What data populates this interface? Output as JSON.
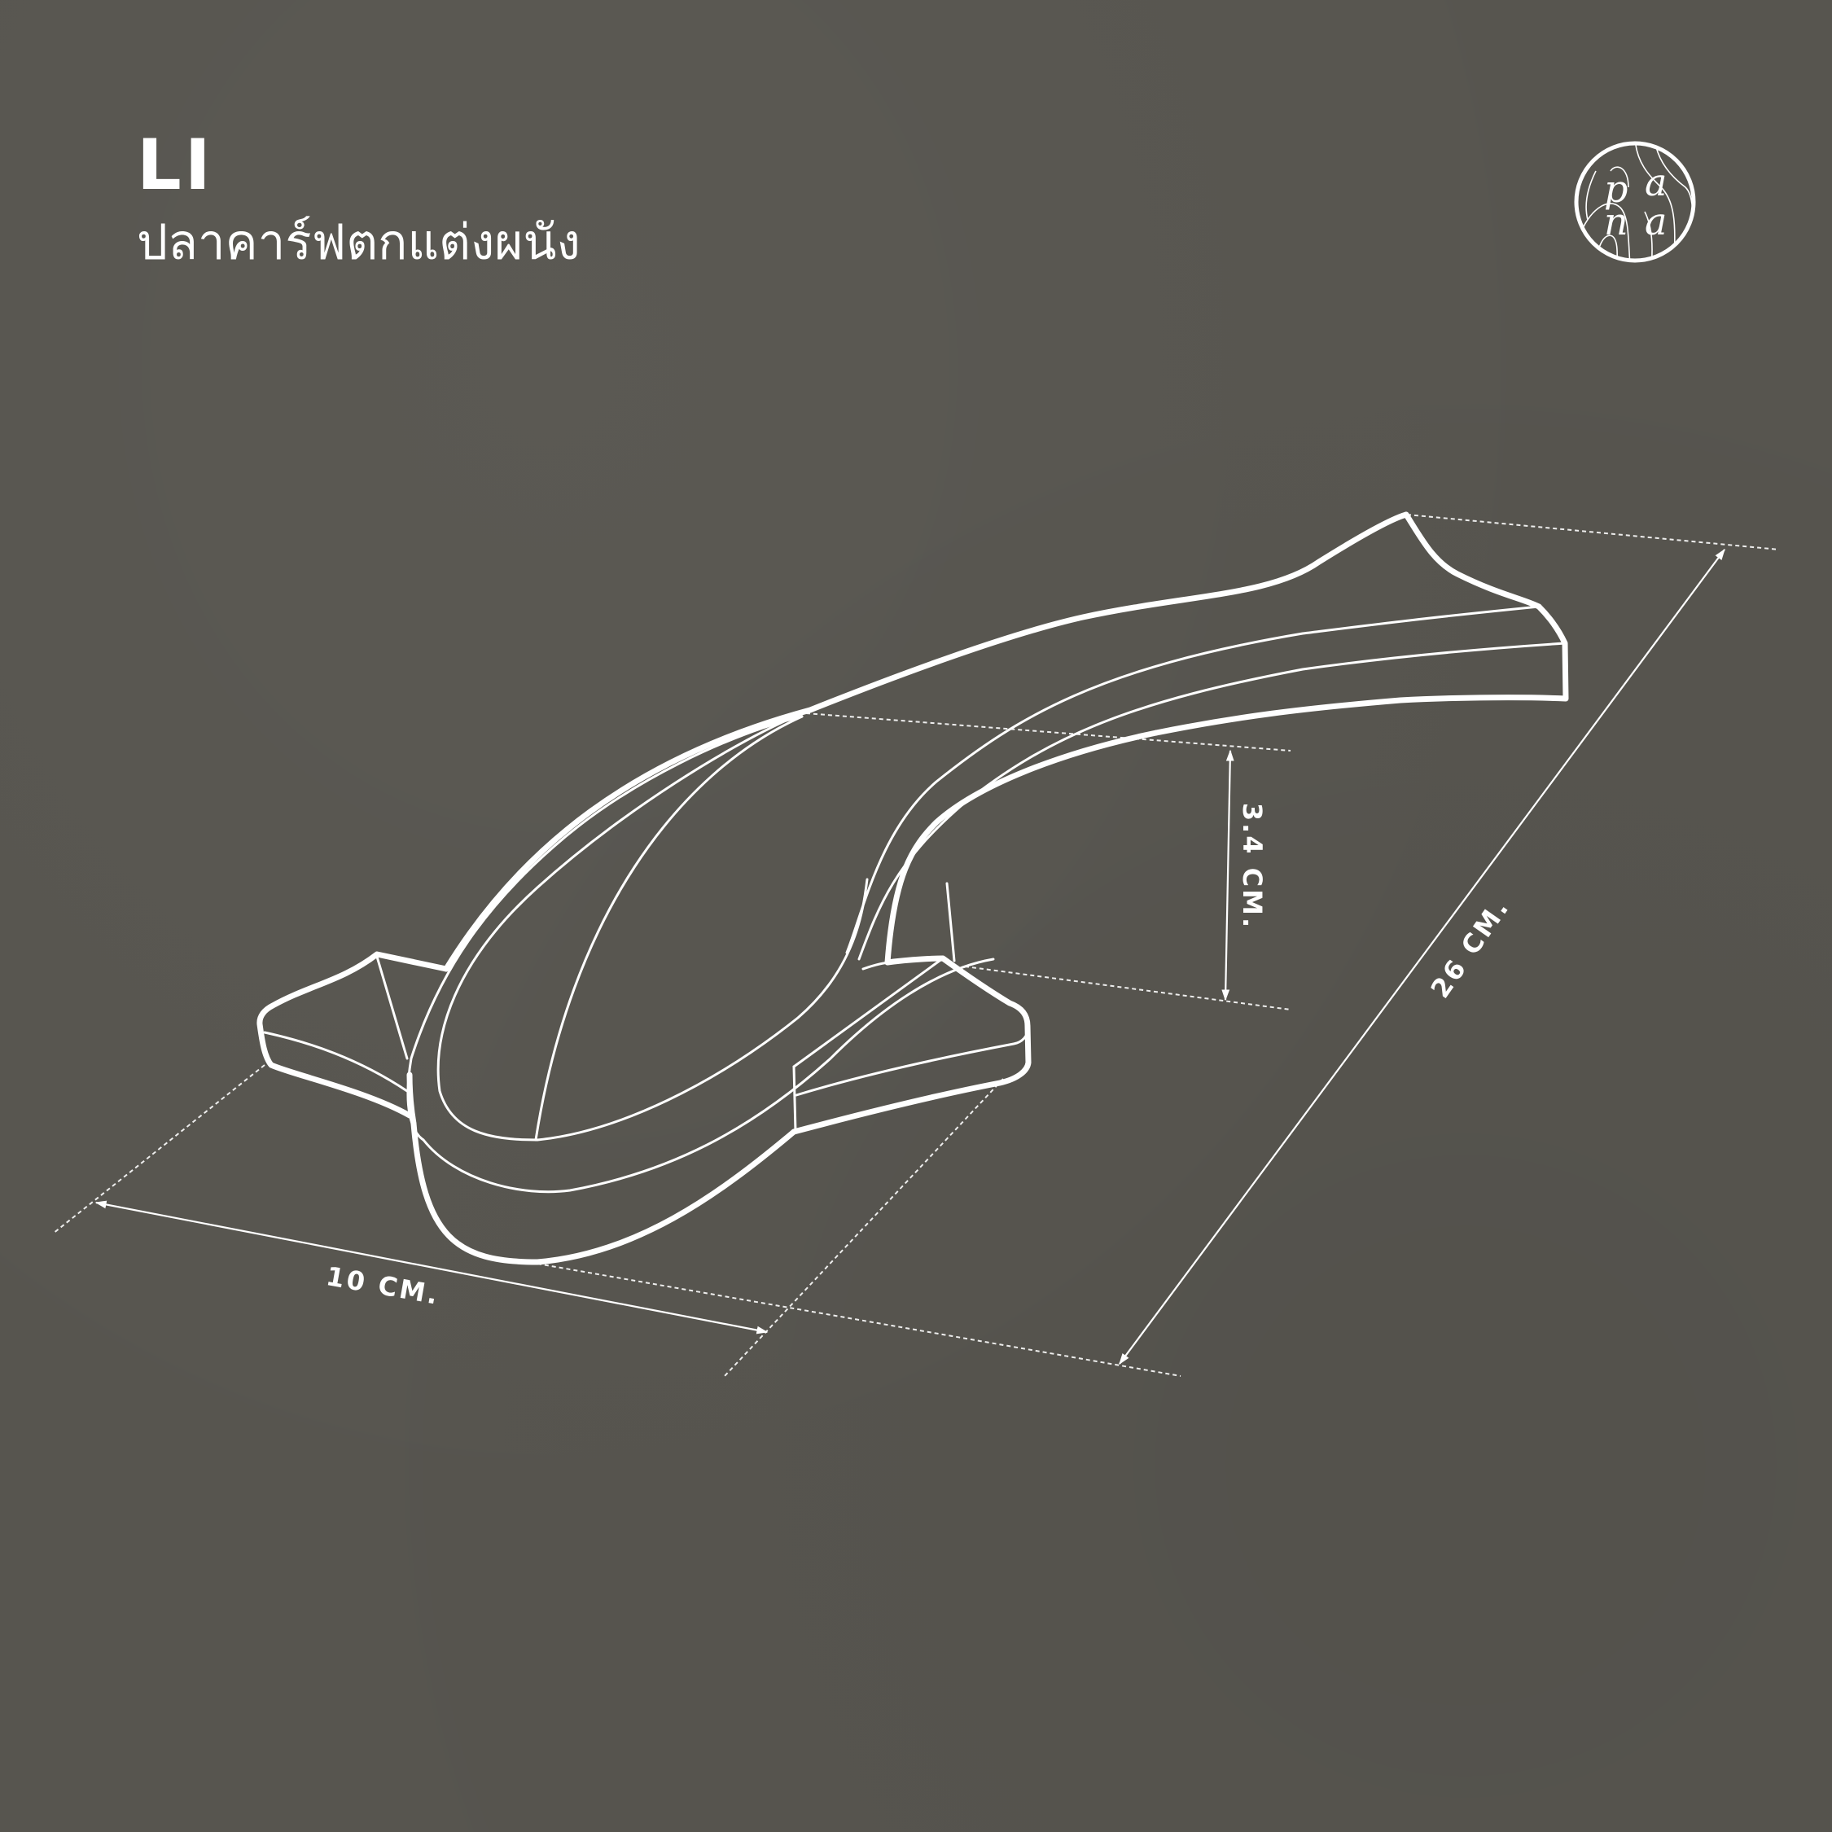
{
  "header": {
    "product_code": "LI",
    "product_name": "ปลาคาร์ฟตกแต่งผนัง"
  },
  "logo": {
    "letters": [
      "p",
      "a",
      "n",
      "a"
    ],
    "icon": "pana-wood-grain-circle-logo"
  },
  "drawing": {
    "subject": "fish-shaped wall hook line drawing",
    "line_color": "#ffffff",
    "background_color": "#57554f"
  },
  "dimensions": {
    "width_label": "10 CM.",
    "height_label": "3.4 CM.",
    "length_label": "26 CM."
  }
}
